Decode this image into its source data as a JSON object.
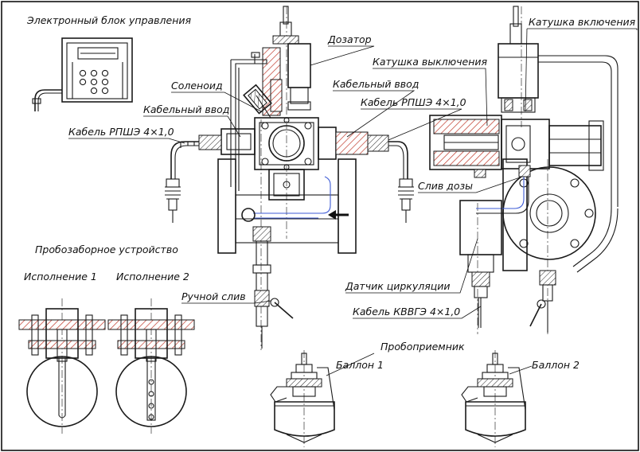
{
  "labels": {
    "control_unit": "Электронный блок управления",
    "dosing_unit": "Дозатор",
    "solenoid": "Соленоид",
    "cable_gland_left": "Кабельный ввод",
    "cable_rpsh_left": "Кабель РПШЭ 4×1,0",
    "cable_gland_center": "Кабельный ввод",
    "cable_rpsh_center": "Кабель РПШЭ 4×1,0",
    "coil_on": "Катушка включения",
    "coil_off": "Катушка выключения",
    "dose_drain": "Слив дозы",
    "circulation_sensor": "Датчик циркуляции",
    "cable_kvvge": "Кабель КВВГЭ 4×1,0",
    "sampler": "Пробозаборное устройство",
    "version_1": "Исполнение 1",
    "version_2": "Исполнение 2",
    "manual_drain": "Ручной слив",
    "sample_receiver": "Пробоприемник",
    "cylinder_1": "Баллон 1",
    "cylinder_2": "Баллон 2"
  },
  "colors": {
    "line": "#1a1a1a",
    "hatch": "#c0392b",
    "accent_blue": "#3d5bd6"
  },
  "icons": {
    "flow_arrow": "arrow-left-icon"
  }
}
